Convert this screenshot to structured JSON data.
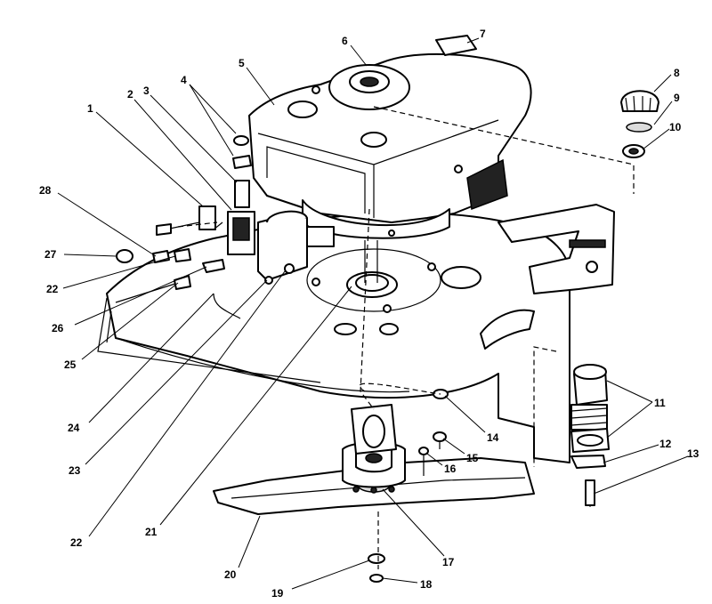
{
  "callouts": [
    "1",
    "2",
    "3",
    "4",
    "5",
    "6",
    "7",
    "8",
    "9",
    "10",
    "11",
    "12",
    "13",
    "14",
    "15",
    "16",
    "17",
    "18",
    "19",
    "20",
    "21",
    "22",
    "22",
    "23",
    "24",
    "25",
    "26",
    "27",
    "28"
  ]
}
